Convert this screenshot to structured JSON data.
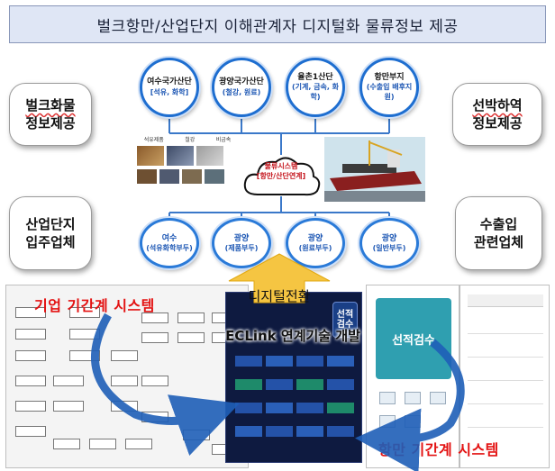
{
  "title": "벌크항만/산업단지 이해관계자 디지털화 물류정보 제공",
  "bubbles": {
    "bulk_cargo": [
      "벌크화물",
      "정보제공"
    ],
    "ship_loading": [
      "선박하역",
      "정보제공"
    ],
    "industrial_tenants": [
      "산업단지",
      "입주업체"
    ],
    "import_export": [
      "수출입",
      "관련업체"
    ]
  },
  "top_nodes": [
    {
      "name": "여수국가산단",
      "sub": "[석유, 화학]"
    },
    {
      "name": "광양국가산단",
      "sub": "(철강, 원료)"
    },
    {
      "name": "율촌1산단",
      "sub": "(기계, 금속, 화학)"
    },
    {
      "name": "항만부지",
      "sub": "(수출입 배후지원)"
    }
  ],
  "material_labels": [
    "석유제품",
    "철강",
    "비금속"
  ],
  "center_system": [
    "물류시스템",
    "[항만/산단연계]"
  ],
  "bottom_nodes": [
    {
      "name": "여수",
      "sub": "(석유화학부두)"
    },
    {
      "name": "광양",
      "sub": "(제품부두)"
    },
    {
      "name": "광양",
      "sub": "(원료부두)"
    },
    {
      "name": "광양",
      "sub": "(일반부두)"
    }
  ],
  "digital_transform": "디지털전환",
  "enterprise_system": "기업 기간계 시스템",
  "port_system": "항만 기간계 시스템",
  "eclink": "ECLink 연계기술 개발",
  "phone_label": "선적검수",
  "colors": {
    "accent_blue": "#1e6ed0",
    "red": "#e31212",
    "arrow_yellow": "#f5c542"
  }
}
